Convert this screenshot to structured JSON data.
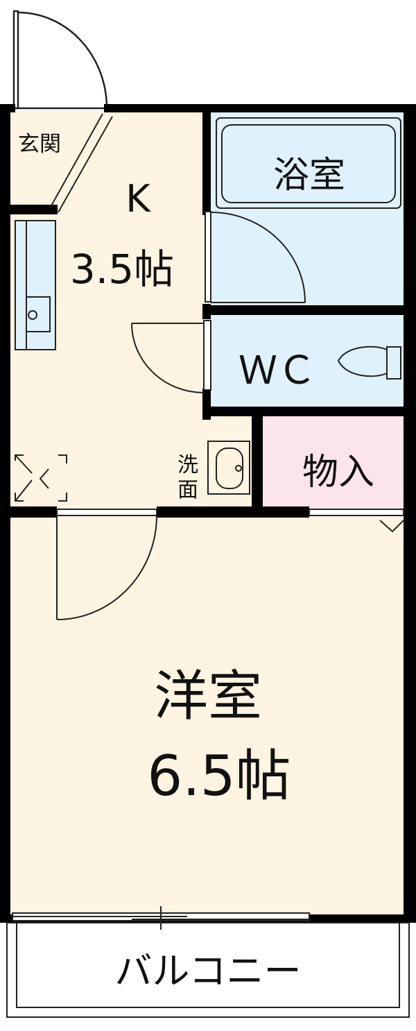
{
  "colors": {
    "wall": "#000000",
    "room_floor": "#fdf5e1",
    "wet_area": "#dff1fa",
    "storage": "#fbe4ec",
    "line": "#222222",
    "background": "#ffffff"
  },
  "rooms": {
    "entrance": {
      "label": "玄関"
    },
    "kitchen": {
      "label": "K",
      "size": "3.5帖"
    },
    "bath": {
      "label": "浴室"
    },
    "toilet": {
      "label": "ＷＣ"
    },
    "washbasin": {
      "label_line1": "洗",
      "label_line2": "面"
    },
    "storage": {
      "label": "物入"
    },
    "western_room": {
      "label": "洋室",
      "size": "6.5帖"
    },
    "balcony": {
      "label": "バルコニー"
    }
  },
  "icons": [
    "entrance-door-swing-icon",
    "kitchen-sink-icon",
    "bathtub-icon",
    "bath-door-swing-icon",
    "toilet-icon",
    "kitchen-door-swing-icon",
    "washbasin-icon",
    "washing-machine-space-icon",
    "room-door-swing-icon",
    "sliding-window-icon"
  ]
}
